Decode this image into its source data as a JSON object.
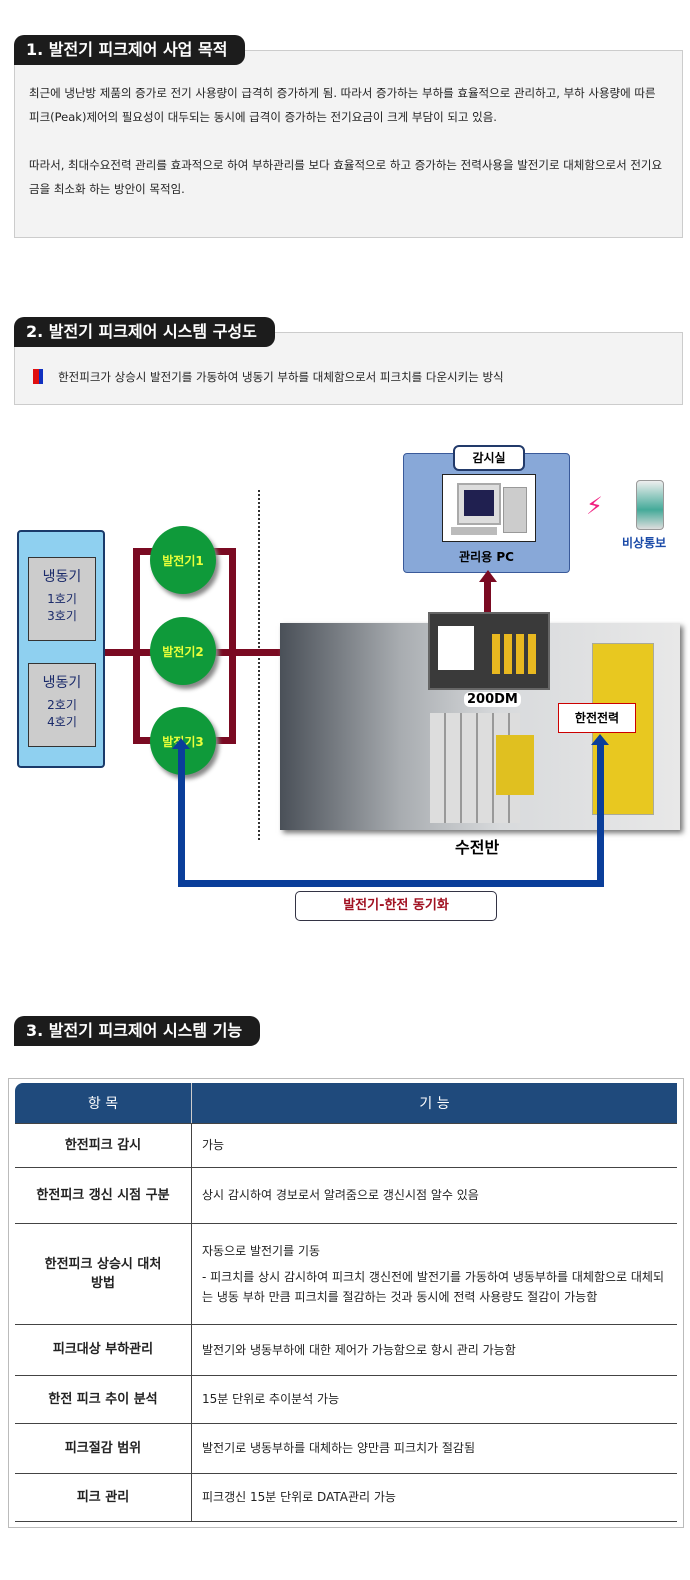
{
  "section1": {
    "title": "1.  발전기 피크제어 사업 목적",
    "para1": "최근에 냉난방 제품의 증가로 전기 사용량이 급격히 증가하게 됨. 따라서 증가하는 부하를 효율적으로 관리하고, 부하 사용량에 따른 피크(Peak)제어의 필요성이 대두되는 동시에 급격이 증가하는 전기요금이 크게 부담이 되고 있음.",
    "para2": "따라서, 최대수요전력 관리를 효과적으로 하여 부하관리를 보다 효율적으로 하고 증가하는 전력사용을 발전기로 대체함으로서 전기요금을 최소화 하는 방안이 목적임."
  },
  "section2": {
    "title": "2.  발전기 피크제어 시스템 구성도",
    "note": "한전피크가 상승시 발전기를 가동하여 냉동기 부하를 대체함으로서 피크치를  다운시키는 방식",
    "diagram": {
      "monitor_room": "감시실",
      "pc_label": "관리용 PC",
      "emergency": "비상통보",
      "chiller1": {
        "name": "냉동기",
        "units": [
          "1호기",
          "3호기"
        ]
      },
      "chiller2": {
        "name": "냉동기",
        "units": [
          "2호기",
          "4호기"
        ]
      },
      "generators": [
        "발전기1",
        "발전기2",
        "발전기3"
      ],
      "controller": "200DM",
      "kepco": "한전전력",
      "switchboard": "수전반",
      "sync": "발전기-한전 동기화"
    }
  },
  "section3": {
    "title": "3.  발전기 피크제어 시스템 기능",
    "headers": [
      "항  목",
      "기  능"
    ],
    "rows": [
      {
        "k": "한전피크 감시",
        "v": [
          "가능"
        ]
      },
      {
        "k": "한전피크 갱신 시점 구분",
        "v": [
          "상시 감시하여 경보로서 알려줌으로 갱신시점 알수 있음"
        ]
      },
      {
        "k": "한전피크 상승시 대처방법",
        "v": [
          "자동으로 발전기를 기동",
          "- 피크치를 상시 감시하여 피크치 갱신전에 발전기를 가동하여 냉동부하를 대체함으로 대체되는 냉동 부하 만큼 피크치를 절감하는 것과 동시에 전력 사용량도 절감이 가능함"
        ]
      },
      {
        "k": "피크대상 부하관리",
        "v": [
          "발전기와 냉동부하에 대한 제어가 가능함으로 항시 관리 가능함"
        ]
      },
      {
        "k": "한전 피크 추이 분석",
        "v": [
          "15분 단위로 추이분석 가능"
        ]
      },
      {
        "k": "피크절감 범위",
        "v": [
          "발전기로 냉동부하를 대체하는 양만큼 피크치가 절감됨"
        ]
      },
      {
        "k": "피크 관리",
        "v": [
          "피크갱신 15분 단위로 DATA관리 가능"
        ]
      }
    ]
  }
}
